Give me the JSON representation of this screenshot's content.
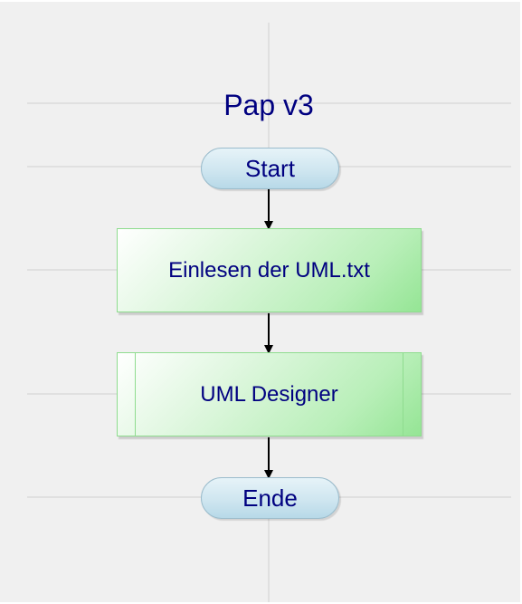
{
  "diagram": {
    "title": "Pap v3",
    "nodes": [
      {
        "id": "start",
        "type": "terminal",
        "label": "Start"
      },
      {
        "id": "read",
        "type": "process",
        "label": "Einlesen der UML.txt"
      },
      {
        "id": "designer",
        "type": "subprocess",
        "label": "UML Designer"
      },
      {
        "id": "end",
        "type": "terminal",
        "label": "Ende"
      }
    ],
    "edges": [
      {
        "from": "start",
        "to": "read"
      },
      {
        "from": "read",
        "to": "designer"
      },
      {
        "from": "designer",
        "to": "end"
      }
    ],
    "colors": {
      "background": "#f0f0f0",
      "grid": "#d0d0d0",
      "text": "#000080",
      "terminal_fill": "#cfe6f0",
      "terminal_border": "#9bbccc",
      "process_fill": "#b9efb9",
      "process_border": "#8fdc8f",
      "arrow": "#000000"
    }
  }
}
